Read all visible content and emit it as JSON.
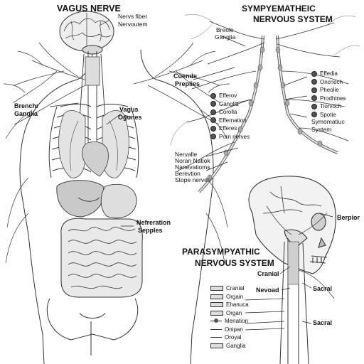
{
  "titles": {
    "vagus": "VAGUS NERVE",
    "sympathetic_line1": "SYMPYEMATHEIC",
    "sympathetic_line2": "NERVOUS SYSTEM",
    "parasympathetic_line1": "PARASYMPYATHIC",
    "parasympathetic_line2": "NERVOUS SYSTEM"
  },
  "labels": {
    "nerve_fiber_1": "Nervs fiber",
    "nerve_fiber_2": "Nervoutem",
    "brench_1": "Brenchı",
    "brench_2": "Ganglia",
    "vagus_organs_1": "Vagus",
    "vagus_organs_2": "Ogunes",
    "nefreration_1": "Nefreration",
    "nefreration_2": "Sepples",
    "breole_1": "Breole",
    "breole_2": "Ganglia",
    "cuende_1": "Cuende",
    "cuende_2": "Preplies",
    "symomatiuc_1": "Symomatiuc",
    "symomatiuc_2": "System",
    "nervalle_1": "Nervalle",
    "nervalle_2": "Noran Natiok",
    "nervalle_3": "Nanevatioms",
    "nervalle_4": "Berevtion",
    "nervalle_5": "Stope nerves",
    "berpior": "Berpior",
    "cranial": "Cranial",
    "nevoad": "Nevoad",
    "sacral_upper": "Sacral",
    "sacral_lower": "Sacral"
  },
  "legend_sympathetic_left": [
    {
      "label": "Efferov",
      "marker": "dot"
    },
    {
      "label": "Ganglia",
      "marker": "dot"
    },
    {
      "label": "Corolla",
      "marker": "dot"
    },
    {
      "label": "Effernation",
      "marker": "dot"
    },
    {
      "label": "Efferes",
      "marker": "dot"
    },
    {
      "label": "Porn nerves",
      "marker": "dot"
    }
  ],
  "legend_sympathetic_right": [
    {
      "label": "Effedia",
      "marker": "dot"
    },
    {
      "label": "Oncnoch",
      "marker": "dot"
    },
    {
      "label": "Pheolie",
      "marker": "dot"
    },
    {
      "label": "Prodhtnes",
      "marker": "dot"
    },
    {
      "label": "Tiorvoch",
      "marker": "dot"
    },
    {
      "label": "Spotie",
      "marker": "dot"
    }
  ],
  "legend_parasympathetic": [
    {
      "label": "Cranial",
      "marker": "bar"
    },
    {
      "label": "Orgain",
      "marker": "bar"
    },
    {
      "label": "Ehanuca",
      "marker": "bar"
    },
    {
      "label": "Organ",
      "marker": "bar"
    },
    {
      "label": "Menation",
      "marker": "dotline"
    },
    {
      "label": "Onipan",
      "marker": "line"
    },
    {
      "label": "Oroyal",
      "marker": "line"
    },
    {
      "label": "Ganglia",
      "marker": "bar"
    }
  ],
  "colors": {
    "ink": "#222222",
    "shade": "#bdbdbd",
    "light": "#e6e6e6"
  }
}
